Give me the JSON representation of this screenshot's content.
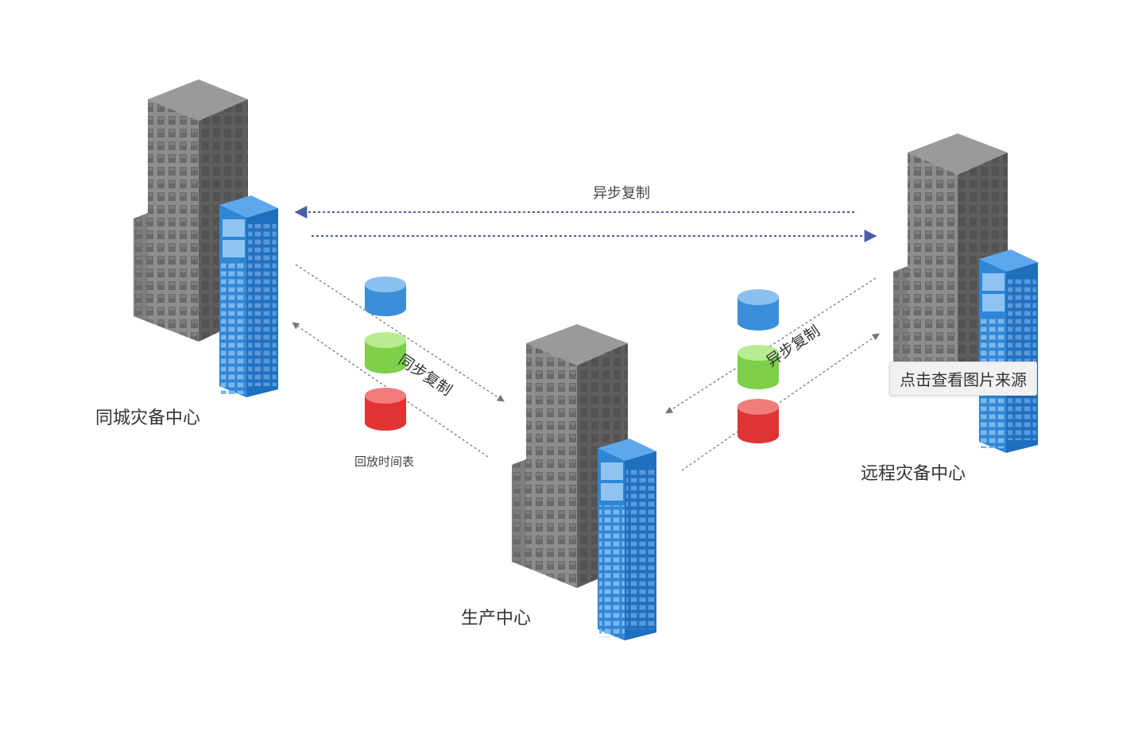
{
  "labels": {
    "same_city_center": "同城灾备中心",
    "remote_center": "远程灾备中心",
    "production_center": "生产中心",
    "async_replication": "异步复制",
    "sync_replication_left": "同步复制",
    "sync_replication_right": "异步复制",
    "replay_timetable": "回放时间表"
  },
  "tooltip": {
    "text": "点击查看图片来源"
  },
  "colors": {
    "building": "#8a8a8a",
    "server_blue": "#2f86d6",
    "db_blue": "#3a8fd8",
    "db_green": "#7ed04a",
    "db_red": "#e03434",
    "arrow": "#4a5ea8"
  }
}
